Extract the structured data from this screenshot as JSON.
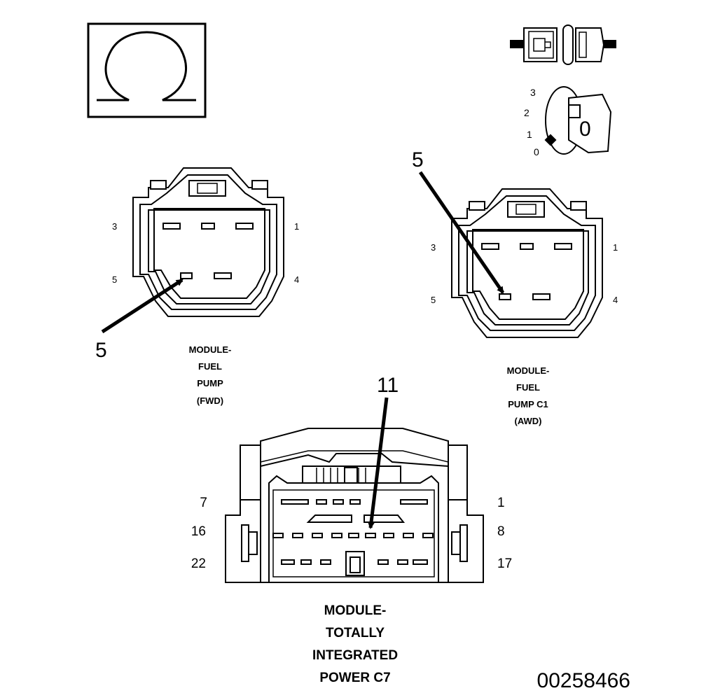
{
  "symbols": {
    "ohm_icon": "omega-resistance-icon",
    "connector_icon": "connector-disconnect-icon",
    "ignition_icon": "ignition-switch-icon",
    "ignition_positions": [
      "3",
      "2",
      "1",
      "0"
    ],
    "ignition_current": "0"
  },
  "connectors": {
    "fwd": {
      "pin_labels": {
        "top_left": "3",
        "top_right": "1",
        "bottom_left": "5",
        "bottom_right": "4"
      },
      "callout": "5",
      "title_lines": [
        "MODULE-",
        "FUEL",
        "PUMP",
        "(FWD)"
      ]
    },
    "awd": {
      "pin_labels": {
        "top_left": "3",
        "top_right": "1",
        "bottom_left": "5",
        "bottom_right": "4"
      },
      "callout": "5",
      "title_lines": [
        "MODULE-",
        "FUEL",
        "PUMP C1",
        "(AWD)"
      ]
    },
    "tipm": {
      "row_labels": {
        "row1_left": "7",
        "row1_right": "1",
        "row2_left": "16",
        "row2_right": "8",
        "row3_left": "22",
        "row3_right": "17"
      },
      "callout": "11",
      "title_lines": [
        "MODULE-",
        "TOTALLY",
        "INTEGRATED",
        "POWER C7"
      ]
    }
  },
  "figure_id": "00258466"
}
